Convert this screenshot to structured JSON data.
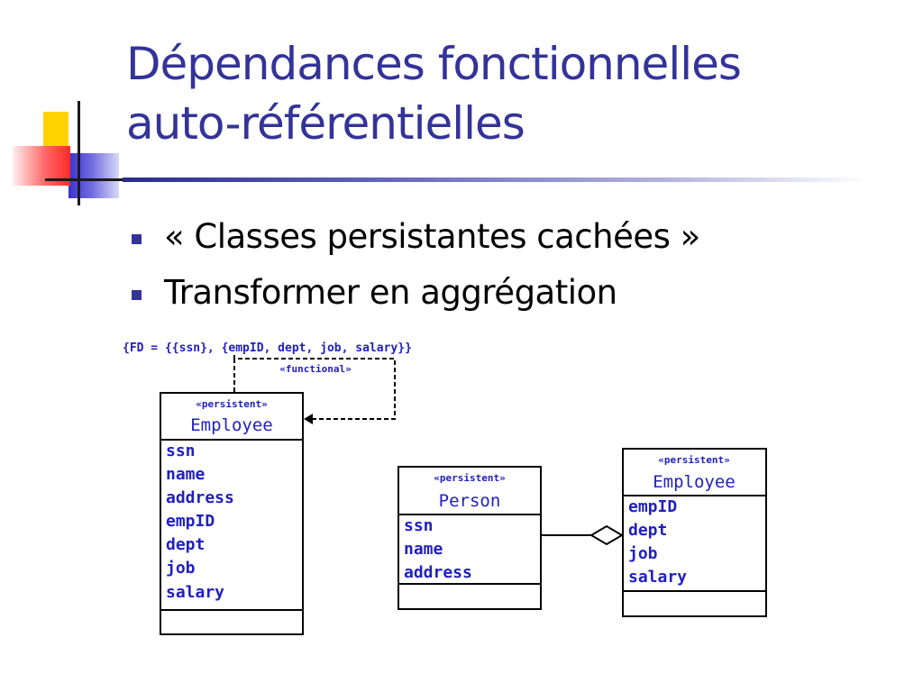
{
  "slide": {
    "title_lines": [
      "Dépendances fonctionnelles",
      "auto-référentielles"
    ],
    "bullets": [
      "« Classes persistantes cachées »",
      "Transformer en aggrégation"
    ]
  },
  "diagram": {
    "fd_constraint": "{FD = {{ssn}, {empID, dept, job, salary}}",
    "functional_stereotype": "«functional»",
    "classes": [
      {
        "stereotype": "«persistent»",
        "name": "Employee",
        "attributes": [
          "ssn",
          "name",
          "address",
          "empID",
          "dept",
          "job",
          "salary"
        ]
      },
      {
        "stereotype": "«persistent»",
        "name": "Person",
        "attributes": [
          "ssn",
          "name",
          "address"
        ]
      },
      {
        "stereotype": "«persistent»",
        "name": "Employee",
        "attributes": [
          "empID",
          "dept",
          "job",
          "salary"
        ]
      }
    ]
  },
  "colors": {
    "title": "#333399",
    "bullet": "#333399",
    "diagram_text": "#2020c0",
    "accent_yellow": "#ffd200",
    "accent_red": "#ff2a2a",
    "accent_blue": "#3a32cc"
  }
}
